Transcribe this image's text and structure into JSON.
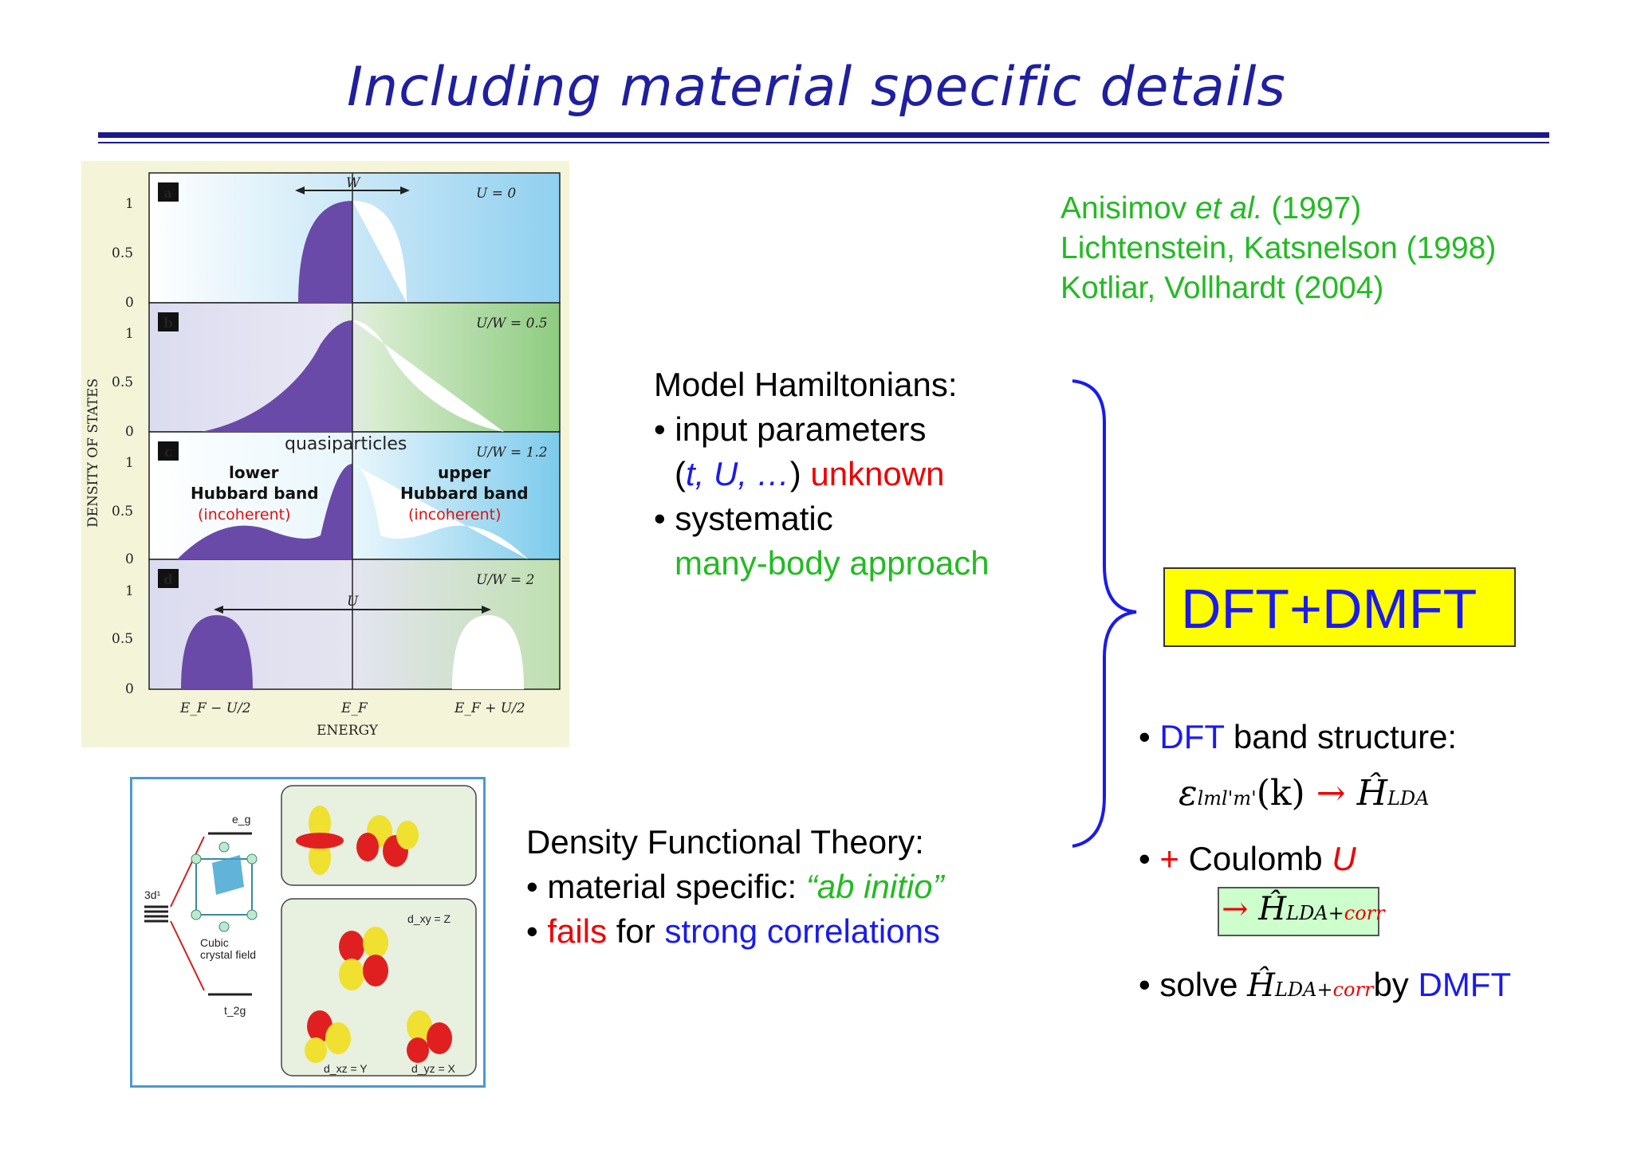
{
  "title": "Including material specific details",
  "references": {
    "line1_pre": "Anisimov ",
    "line1_ital": "et al.",
    "line1_post": " (1997)",
    "line2": "Lichtenstein, Katsnelson (1998)",
    "line3": "Kotliar, Vollhardt (2004)"
  },
  "model": {
    "heading": "Model Hamiltonians:",
    "b1": "• input parameters",
    "b1_open": "(",
    "b1_params": "t, U, …",
    "b1_close": ")",
    "b1_unknown": " unknown",
    "b2": "• systematic",
    "b2_green": "many-body approach"
  },
  "dft": {
    "heading": "Density Functional Theory:",
    "b1": "• material specific: ",
    "b1_green": "“ab initio”",
    "b2_bullet": "• ",
    "b2_red": "fails",
    "b2_mid": " for ",
    "b2_blue": "strong correlations"
  },
  "dftdmft_box": "DFT+DMFT",
  "right": {
    "b1_bullet": "• ",
    "b1_blue": "DFT",
    "b1_rest": " band structure:",
    "eq1_eps": "ε",
    "eq1_sub": "lml'm'",
    "eq1_k": "(k)",
    "eq1_arrow": "→",
    "eq1_H": "Ĥ",
    "eq1_Hsub": "LDA",
    "b2_bullet": "• ",
    "b2_plus": "+",
    "b2_rest": " Coulomb ",
    "b2_U": "U",
    "eq2_arrow": "→",
    "eq2_H": "Ĥ",
    "eq2_sub_lda": "LDA+",
    "eq2_sub_corr": "corr",
    "b3_pre": "• solve ",
    "b3_H": "Ĥ",
    "b3_sub_lda": "LDA+",
    "b3_sub_corr": "corr",
    "b3_by": "by ",
    "b3_dmft": "DMFT"
  },
  "dos_figure": {
    "ylabel": "DENSITY OF STATES",
    "xlabel": "ENERGY",
    "yticks": [
      "1",
      "0.5",
      "0"
    ],
    "panels": [
      {
        "letter": "a",
        "param": "U = 0",
        "arrow_label": "W"
      },
      {
        "letter": "b",
        "param": "U/W = 0.5"
      },
      {
        "letter": "c",
        "param": "U/W = 1.2",
        "quasi": "quasiparticles",
        "lower1": "lower",
        "lower2": "Hubbard band",
        "lower3": "(incoherent)",
        "upper1": "upper",
        "upper2": "Hubbard band",
        "upper3": "(incoherent)"
      },
      {
        "letter": "d",
        "param": "U/W = 2",
        "arrow_label": "U"
      }
    ],
    "xticks": {
      "left": "E_F − U/2",
      "mid": "E_F",
      "right": "E_F + U/2"
    }
  },
  "orbital_figure": {
    "label_eg": "e_g",
    "label_t2g": "t_2g",
    "label_3d": "3d¹",
    "label_cubic1": "Cubic",
    "label_cubic2": "crystal field",
    "label_dxy": "d_xy = Z",
    "label_dxz": "d_xz = Y",
    "label_dyz": "d_yz = X"
  },
  "colors": {
    "title": "#1f1fa0",
    "accent_blue": "#1a1aee",
    "accent_red": "#ee0000",
    "accent_green": "#22bb22",
    "box_yellow": "#ffff00",
    "box_green": "#ccffcc",
    "dos_purple": "#6a4aa8"
  }
}
